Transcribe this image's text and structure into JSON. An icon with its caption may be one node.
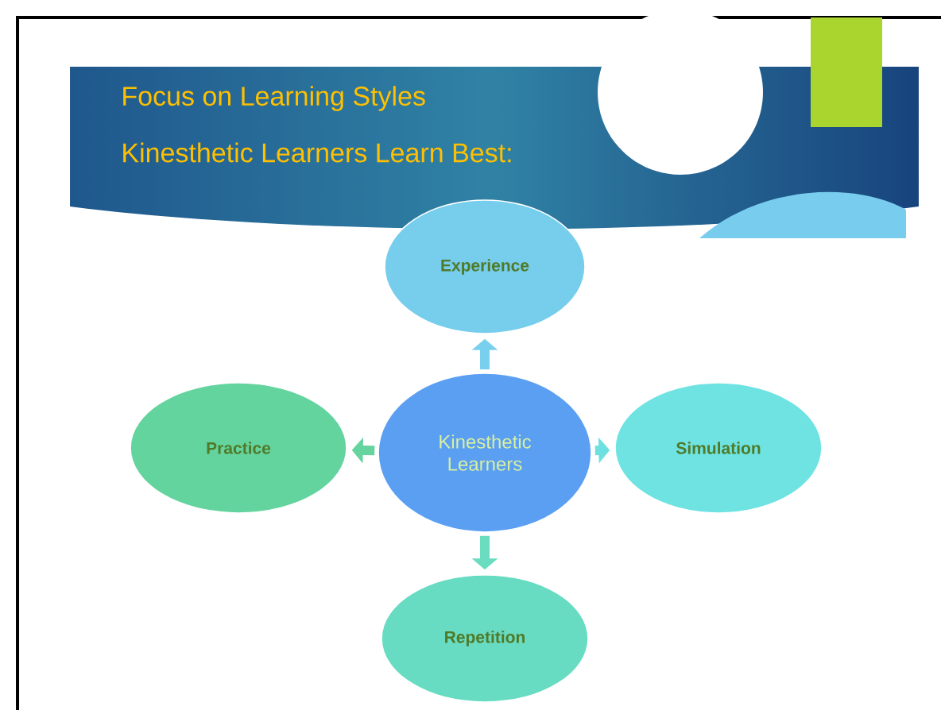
{
  "diagram": {
    "title": "Focus on Learning Styles",
    "nodes": [
      {
        "text": [
          "Experience"
        ]
      },
      {
        "text": [
          "Practice"
        ]
      },
      {
        "text": [
          "Kinesthetic Learners"
        ]
      },
      {
        "text": [
          "Simulation"
        ]
      },
      {
        "text": [
          "Repetition"
        ]
      }
    ],
    "edges": [
      {
        "from": 2,
        "to": 0,
        "arrow": "to",
        "color": "#79cfee"
      },
      {
        "from": 2,
        "to": 1,
        "arrow": "to",
        "color": "#66d49e"
      },
      {
        "from": 2,
        "to": 3,
        "arrow": "to",
        "color": "#6fe0e0"
      },
      {
        "from": 2,
        "to": 4,
        "arrow": "to",
        "color": "#6adcc0"
      }
    ],
    "labels": [
      "Kinesthetic Learners Learn Best:"
    ]
  }
}
